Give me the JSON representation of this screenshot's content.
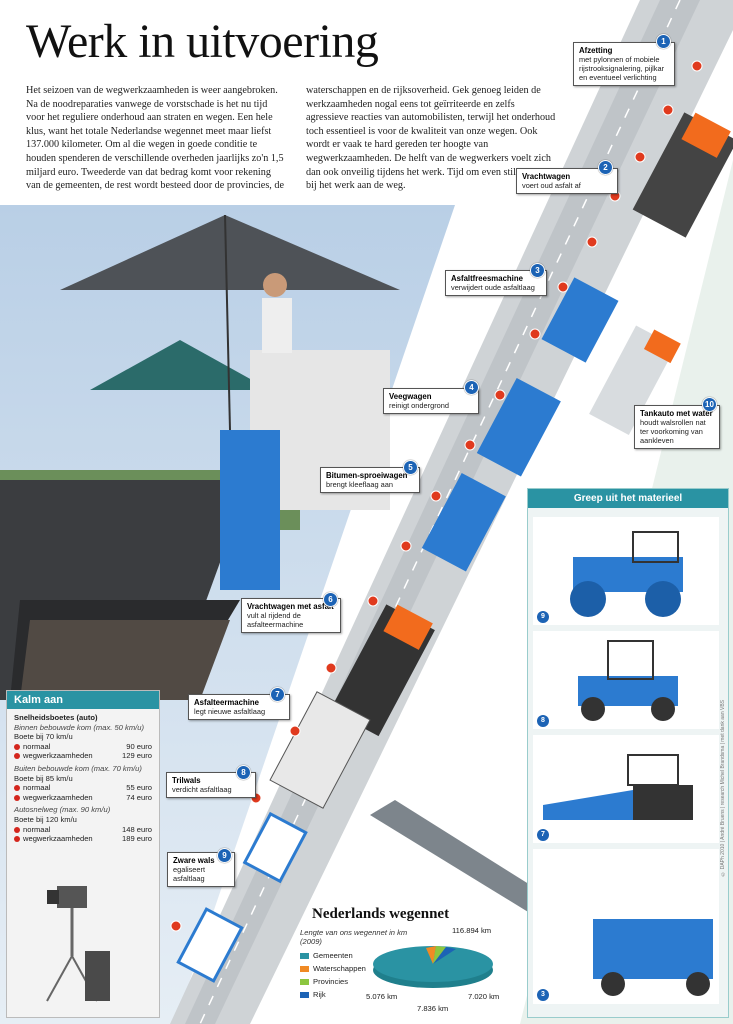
{
  "title": "Werk in uitvoering",
  "intro": {
    "col1": "Het seizoen van de wegwerkzaamheden is weer aangebroken. Na de noodreparaties vanwege de vorstschade is het nu tijd voor het reguliere onderhoud aan straten en wegen. Een hele klus, want het totale Nederlandse wegennet meet maar liefst 137.000 kilometer. Om al die wegen in goede conditie te houden spenderen de verschillende overheden jaarlijks zo'n 1,5 miljard euro. Tweederde van dat bedrag komt voor rekening van de gemeenten, de rest wordt besteed door de provincies, de",
    "col2": "waterschappen en de rijksoverheid. Gek genoeg leiden de werkzaamheden nogal eens tot geïrriteerde en zelfs agressieve reacties van automobilisten, terwijl het onderhoud toch essentieel is voor de kwaliteit van onze wegen. Ook wordt er vaak te hard gereden ter hoogte van wegwerkzaamheden. De helft van de wegwerkers voelt zich dan ook onveilig tijdens het werk. Tijd om even stil te staan bij het werk aan de weg."
  },
  "steps": [
    {
      "n": "1",
      "title": "Afzetting",
      "text": "met pylonnen of mobiele rijstrooksignalering, pijlkar en eventueel verlichting"
    },
    {
      "n": "2",
      "title": "Vrachtwagen",
      "text": "voert oud asfalt af"
    },
    {
      "n": "3",
      "title": "Asfaltfreesmachine",
      "text": "verwijdert oude asfaltlaag"
    },
    {
      "n": "4",
      "title": "Veegwagen",
      "text": "reinigt ondergrond"
    },
    {
      "n": "5",
      "title": "Bitumen-sproeiwagen",
      "text": "brengt kleeflaag aan"
    },
    {
      "n": "6",
      "title": "Vrachtwagen met asfalt",
      "text": "vult al rijdend de asfalteermachine"
    },
    {
      "n": "7",
      "title": "Asfalteermachine",
      "text": "legt nieuwe asfaltlaag"
    },
    {
      "n": "8",
      "title": "Trilwals",
      "text": "verdicht asfaltlaag"
    },
    {
      "n": "9",
      "title": "Zware wals",
      "text": "egaliseert asfaltlaag"
    },
    {
      "n": "10",
      "title": "Tankauto met water",
      "text": "houdt walsrollen nat ter voorkoming van aankleven"
    }
  ],
  "kalm": {
    "title": "Kalm aan",
    "heading": "Snelheidsboetes (auto)",
    "sections": [
      {
        "context": "Binnen bebouwde kom (max. 50 km/u)",
        "boete": "Boete bij 70 km/u",
        "normaal_label": "normaal",
        "normaal": "90 euro",
        "weg_label": "wegwerkzaamheden",
        "weg": "129 euro"
      },
      {
        "context": "Buiten bebouwde kom (max. 70 km/u)",
        "boete": "Boete bij 85 km/u",
        "normaal_label": "normaal",
        "normaal": "55 euro",
        "weg_label": "wegwerkzaamheden",
        "weg": "74 euro"
      },
      {
        "context": "Autosnelweg (max. 90 km/u)",
        "boete": "Boete bij 120 km/u",
        "normaal_label": "normaal",
        "normaal": "148 euro",
        "weg_label": "wegwerkzaamheden",
        "weg": "189 euro"
      }
    ]
  },
  "greep": {
    "title": "Greep uit het materieel",
    "panels": [
      "9",
      "8",
      "7",
      "3"
    ]
  },
  "wegennet": {
    "title": "Nederlands wegennet",
    "subtitle": "Lengte van ons wegennet in km (2009)",
    "legend": [
      "Gemeenten",
      "Waterschappen",
      "Provincies",
      "Rijk"
    ],
    "colors": [
      "#2a93a3",
      "#f08a24",
      "#8cc63f",
      "#1c63b5"
    ],
    "values": [
      "116.894 km",
      "5.076 km",
      "7.836 km",
      "7.020 km"
    ]
  },
  "credit": "© DAPh 2010 | André Bruens | research Michel Brandsma | met dank aan VBS"
}
